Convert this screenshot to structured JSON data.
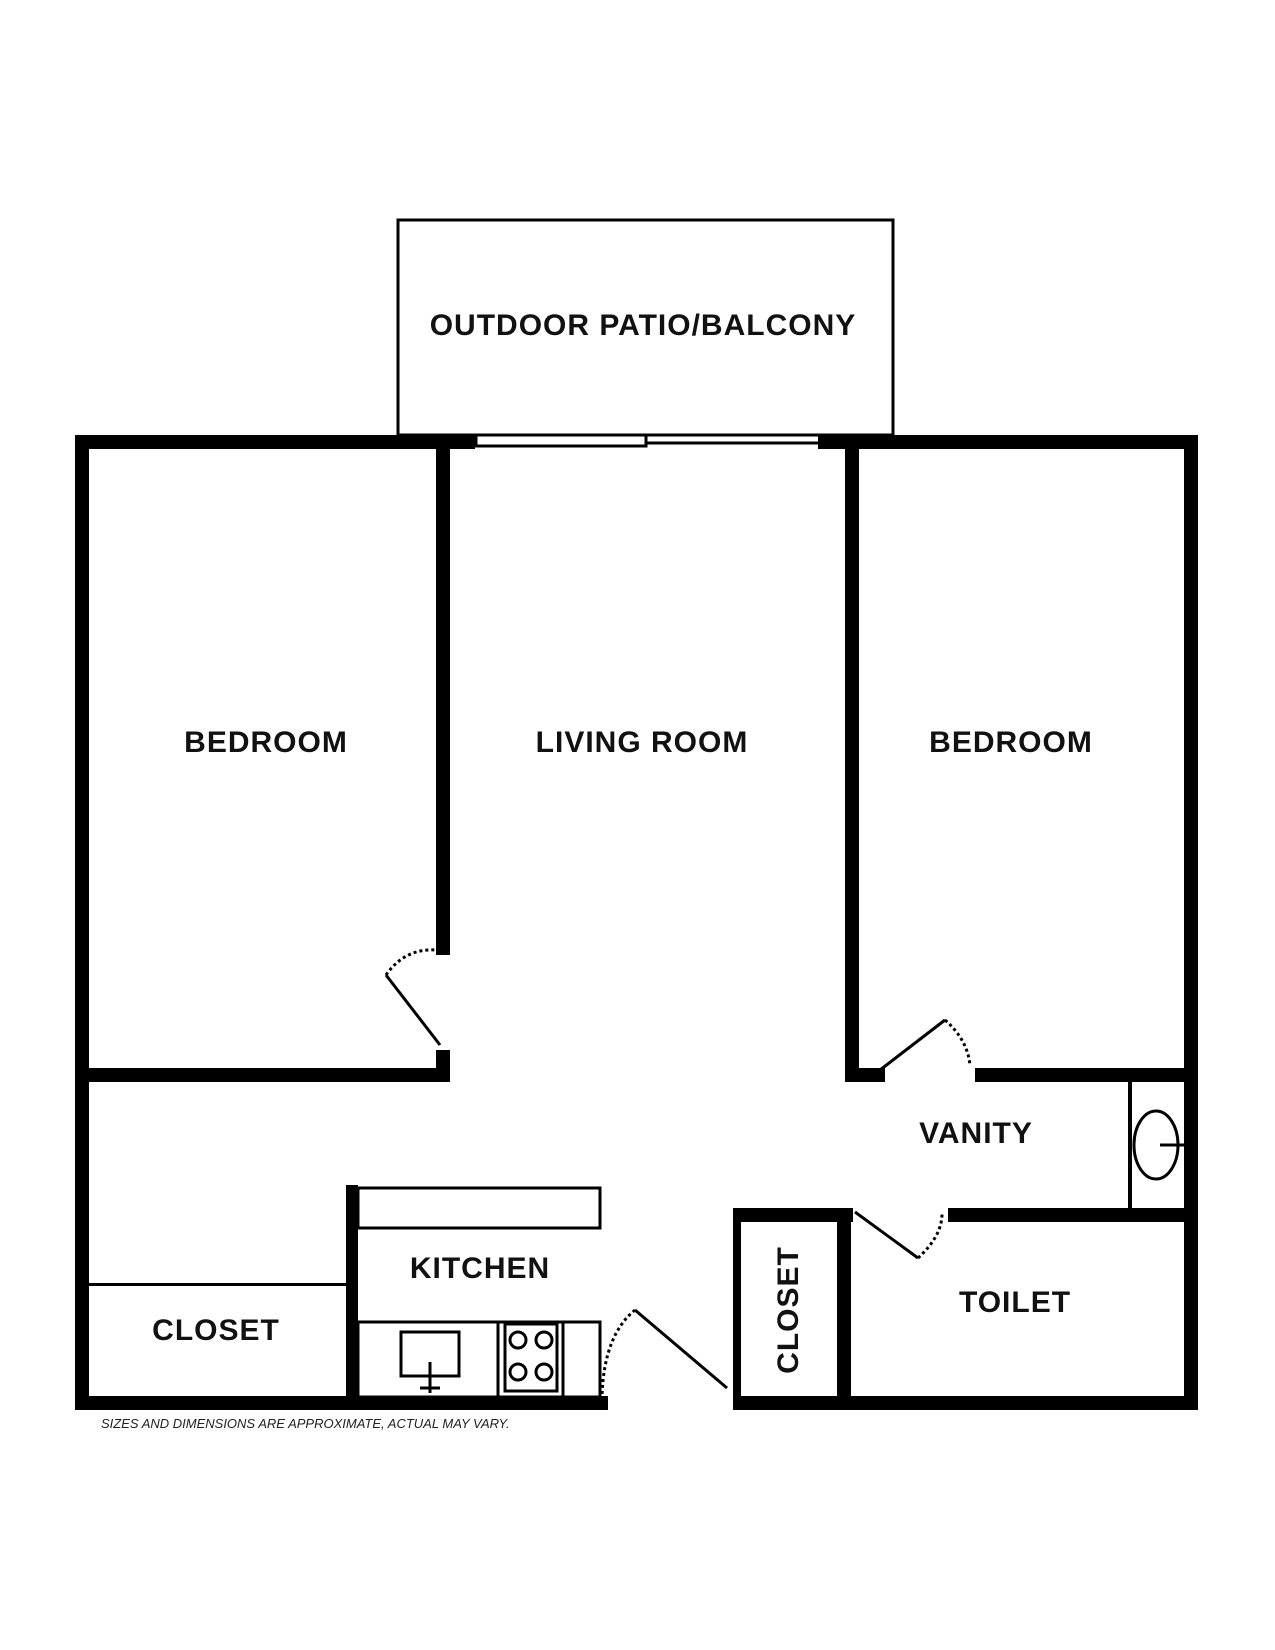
{
  "colors": {
    "wall": "#000000",
    "background": "#ffffff",
    "text": "#111111"
  },
  "rooms": {
    "patio": "OUTDOOR PATIO/BALCONY",
    "bedroom_left": "BEDROOM",
    "living_room": "LIVING ROOM",
    "bedroom_right": "BEDROOM",
    "vanity": "VANITY",
    "kitchen": "KITCHEN",
    "closet_left": "CLOSET",
    "closet_center": "CLOSET",
    "toilet": "TOILET"
  },
  "footer": {
    "disclaimer": "SIZES AND DIMENSIONS ARE APPROXIMATE, ACTUAL MAY VARY."
  }
}
